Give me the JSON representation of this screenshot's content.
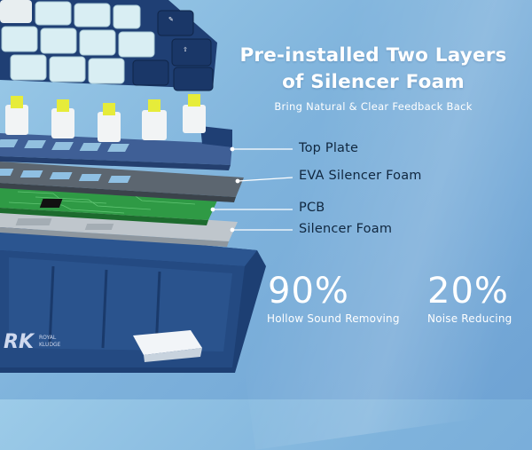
{
  "headline": {
    "line1": "Pre-installed Two Layers",
    "line2": "of Silencer Foam"
  },
  "subhead": "Bring Natural & Clear Feedback Back",
  "callouts": [
    {
      "label": "Top Plate"
    },
    {
      "label": "EVA Silencer Foam"
    },
    {
      "label": "PCB"
    },
    {
      "label": "Silencer Foam"
    }
  ],
  "stats": [
    {
      "value": "90%",
      "label": "Hollow Sound Removing"
    },
    {
      "value": "20%",
      "label": "Noise Reducing"
    }
  ],
  "colors": {
    "background": "#8fc0e3",
    "keycap_navy": "#1f3f74",
    "keycap_light": "#d9eef3",
    "pcb_green": "#2f9a45",
    "switch_yellow": "#e6ec3a",
    "plate_blue": "#4a6aa0"
  }
}
